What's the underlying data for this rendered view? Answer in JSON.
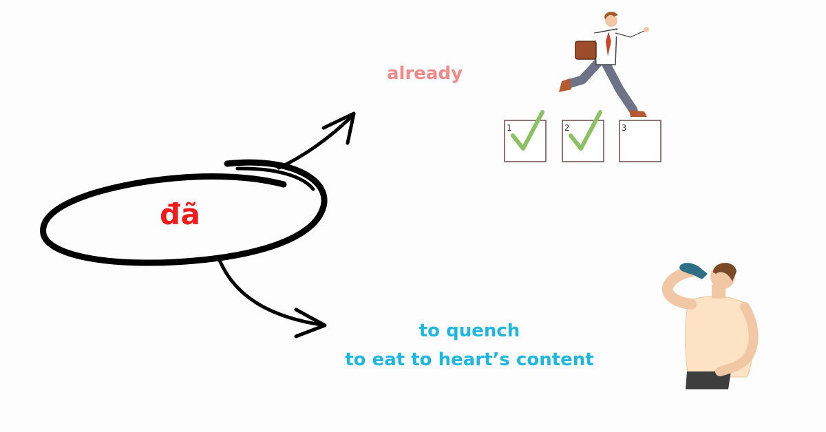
{
  "diagram": {
    "center_word": "đã",
    "meaning_1": "already",
    "meaning_2_lines": [
      "to quench",
      "to eat to heart’s content"
    ],
    "checklist_numbers": [
      "1",
      "2",
      "3"
    ],
    "colors": {
      "center_word": "#ee1c1c",
      "meaning_1": "#f08a8a",
      "meaning_2": "#1fb6e0",
      "check": "#8dc063",
      "ink": "#000000"
    },
    "illustrations": [
      "running-businessman-illustration",
      "man-drinking-illustration"
    ]
  }
}
